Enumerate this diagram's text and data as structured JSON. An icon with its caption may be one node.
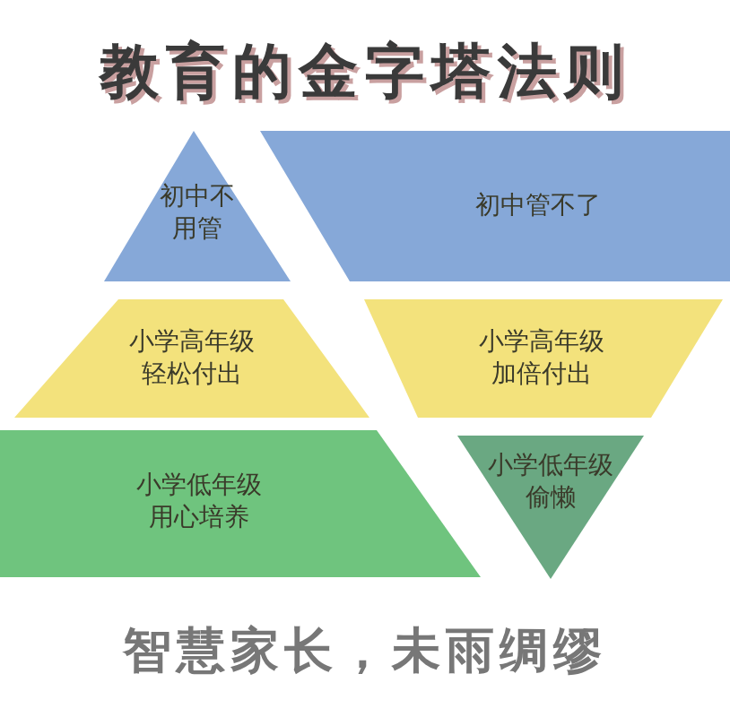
{
  "diagram": {
    "title": "教育的金字塔法则",
    "caption": "智慧家长，未雨绸缪",
    "nodes": [
      {
        "text": [
          "初中不用管"
        ]
      },
      {
        "text": [
          "初中管不了"
        ]
      },
      {
        "text": [
          "小学高年级轻松付出"
        ]
      },
      {
        "text": [
          "小学高年级加倍付出"
        ]
      },
      {
        "text": [
          "小学低年级用心培养"
        ]
      },
      {
        "text": [
          "小学低年级偷懒"
        ]
      }
    ]
  }
}
